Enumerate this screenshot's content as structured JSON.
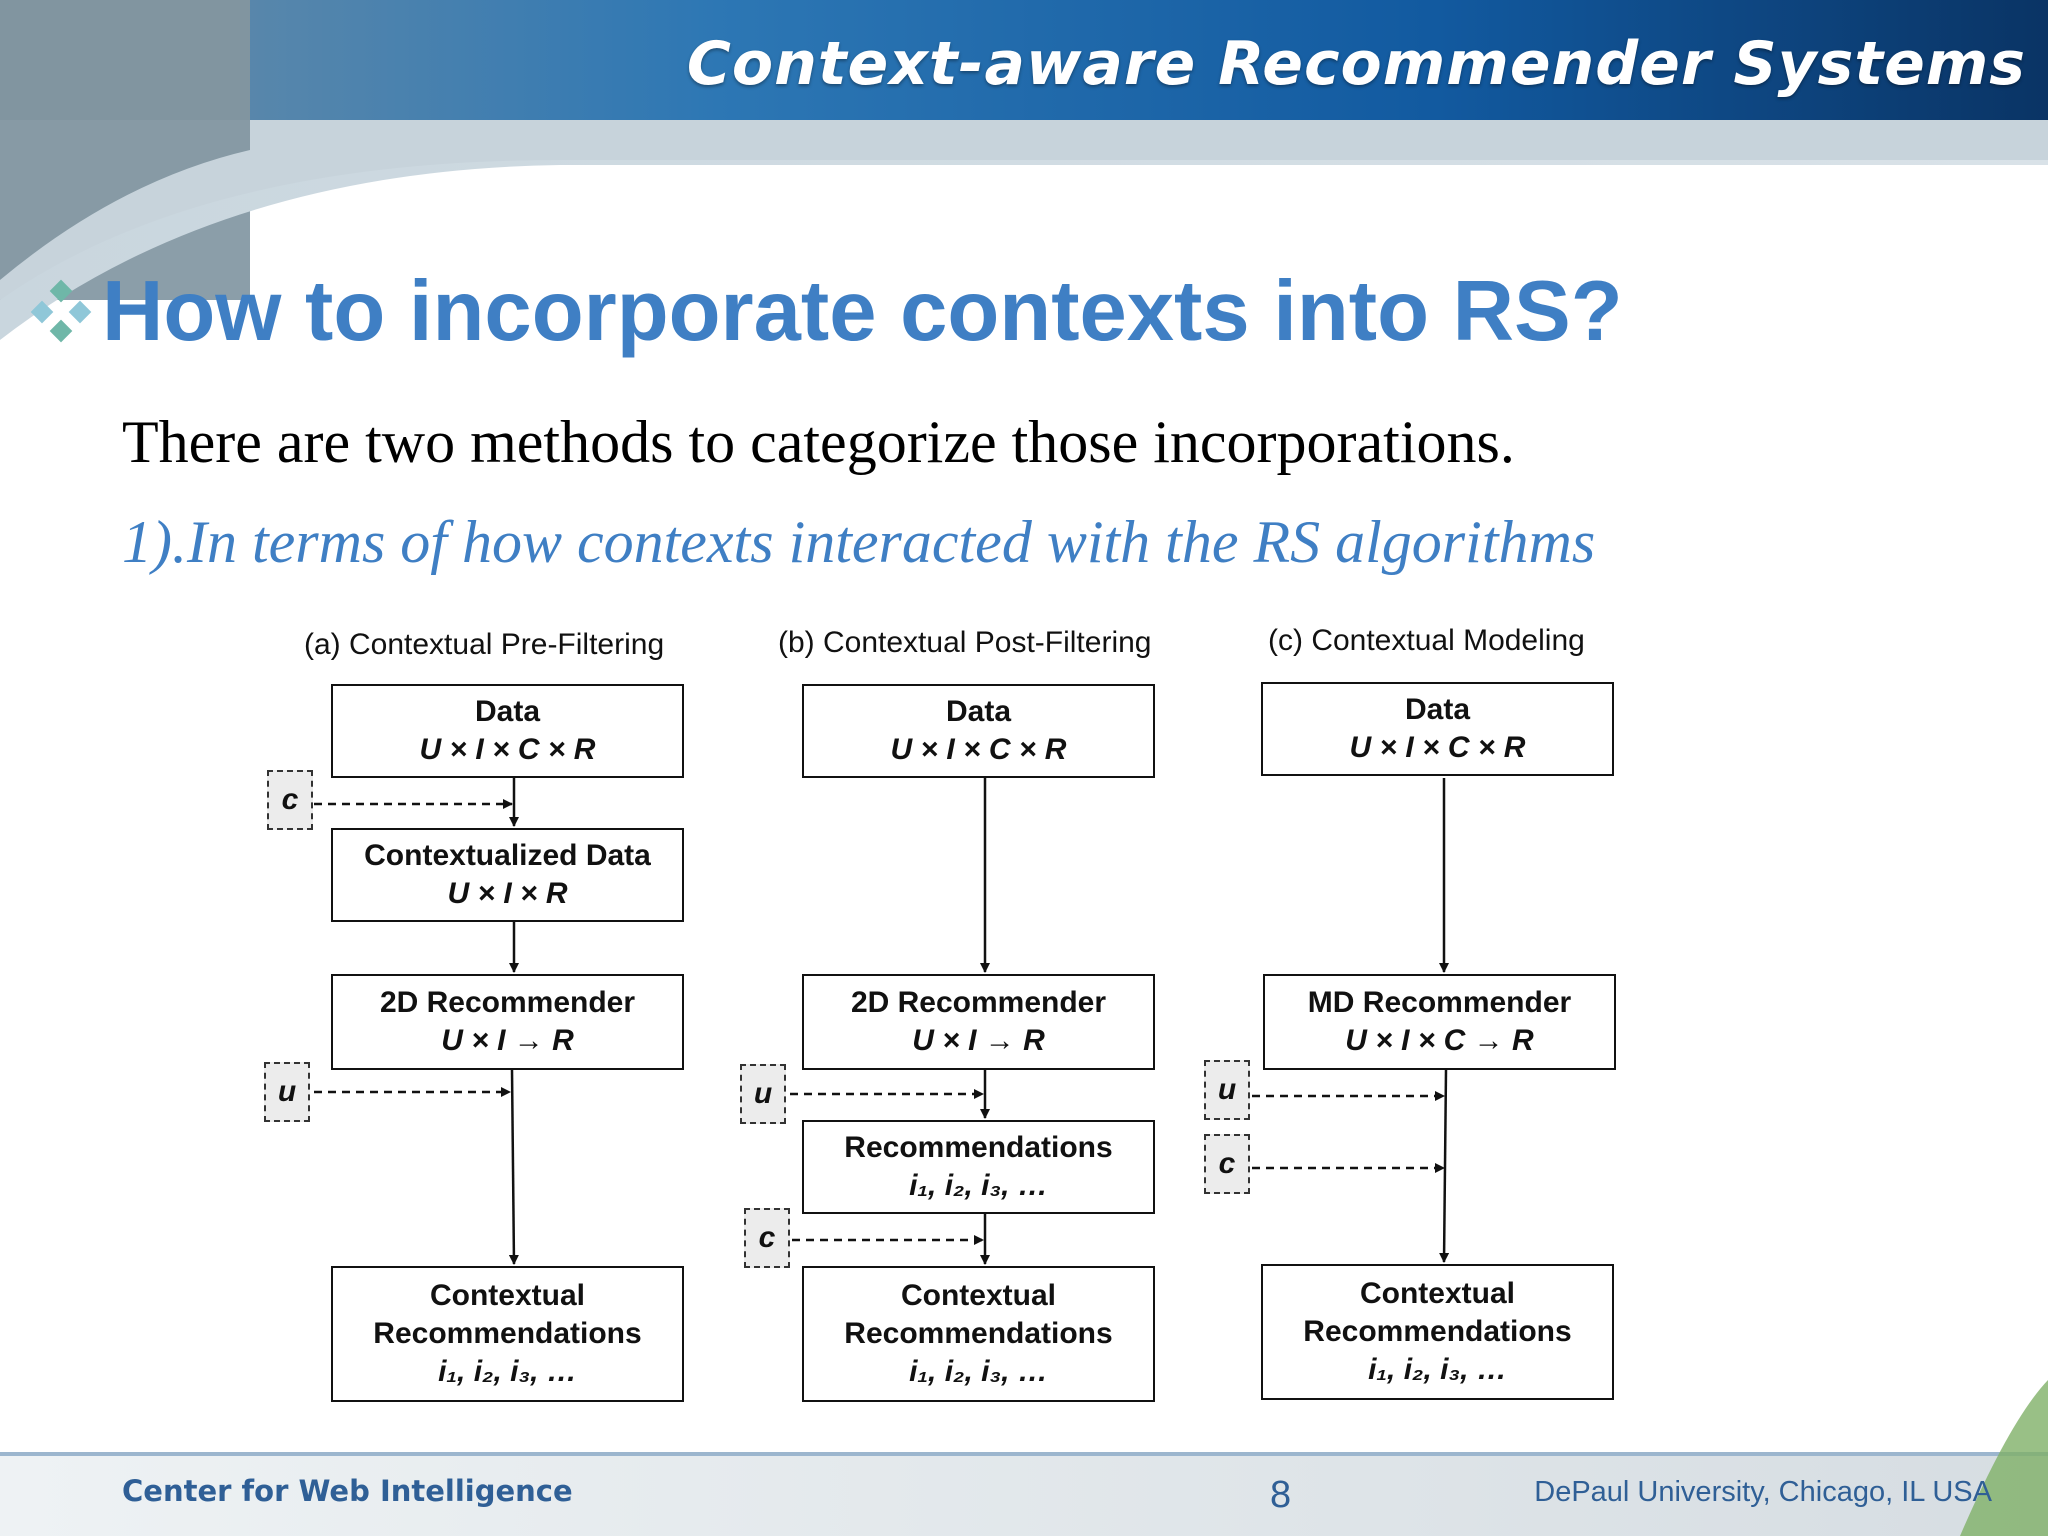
{
  "header": {
    "title": "Context-aware Recommender Systems"
  },
  "slide": {
    "heading": "How to incorporate contexts into RS?",
    "intro": "There are two methods to categorize those incorporations.",
    "method": "1).In terms of how contexts interacted with the RS algorithms"
  },
  "diagram": {
    "pre": {
      "title": "(a) Contextual Pre-Filtering",
      "data": {
        "label": "Data",
        "formula": "U × I × C × R"
      },
      "contextualized": {
        "label": "Contextualized Data",
        "formula": "U × I × R"
      },
      "recommender": {
        "label": "2D Recommender",
        "formula": "U × I → R"
      },
      "output": {
        "label1": "Contextual",
        "label2": "Recommendations",
        "items": "i₁, i₂, i₃, …"
      },
      "ctx_c": "c",
      "ctx_u": "u"
    },
    "post": {
      "title": "(b) Contextual Post-Filtering",
      "data": {
        "label": "Data",
        "formula": "U × I × C × R"
      },
      "recommender": {
        "label": "2D Recommender",
        "formula": "U × I → R"
      },
      "recommendations": {
        "label": "Recommendations",
        "items": "i₁, i₂, i₃, …"
      },
      "output": {
        "label1": "Contextual",
        "label2": "Recommendations",
        "items": "i₁, i₂, i₃, …"
      },
      "ctx_u": "u",
      "ctx_c": "c"
    },
    "model": {
      "title": "(c) Contextual Modeling",
      "data": {
        "label": "Data",
        "formula": "U × I × C × R"
      },
      "recommender": {
        "label": "MD Recommender",
        "formula": "U × I × C → R"
      },
      "output": {
        "label1": "Contextual",
        "label2": "Recommendations",
        "items": "i₁, i₂, i₃, …"
      },
      "ctx_u": "u",
      "ctx_c": "c"
    }
  },
  "footer": {
    "left": "Center for Web Intelligence",
    "page": "8",
    "right": "DePaul University, Chicago, IL USA"
  },
  "colors": {
    "accent": "#3f7fc4",
    "header_dark": "#0d3f78",
    "footer_text": "#2f5f96"
  }
}
